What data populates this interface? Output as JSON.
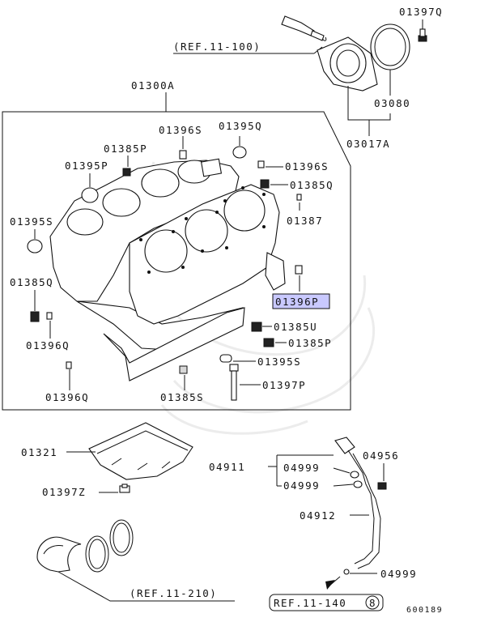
{
  "parts": {
    "p01397Q": "01397Q",
    "ref_11_100": "(REF.11-100)",
    "p03080": "03080",
    "p03017A": "03017A",
    "p01300A": "01300A",
    "p01396S_top": "01396S",
    "p01395Q": "01395Q",
    "p01385P": "01385P",
    "p01395P": "01395P",
    "p01396S_right": "01396S",
    "p01385Q_right": "01385Q",
    "p01395S_left": "01395S",
    "p01387": "01387",
    "p01385Q_left": "01385Q",
    "p01396P": "01396P",
    "p01385U": "01385U",
    "p01396Q_left": "01396Q",
    "p01385P_right": "01385P",
    "p01395S_bottom": "01395S",
    "p01397P": "01397P",
    "p01396Q_bottom": "01396Q",
    "p01385S": "01385S",
    "p01321": "01321",
    "p04911": "04911",
    "p04956": "04956",
    "p04999_a": "04999",
    "p04999_b": "04999",
    "p01397Z": "01397Z",
    "p04912": "04912",
    "p04999_c": "04999",
    "ref_11_210": "(REF.11-210)",
    "ref_11_140": "REF.11-140",
    "ref_11_140_num": "8",
    "diagram_id": "600189"
  },
  "highlight_color": "#c9c9ff"
}
